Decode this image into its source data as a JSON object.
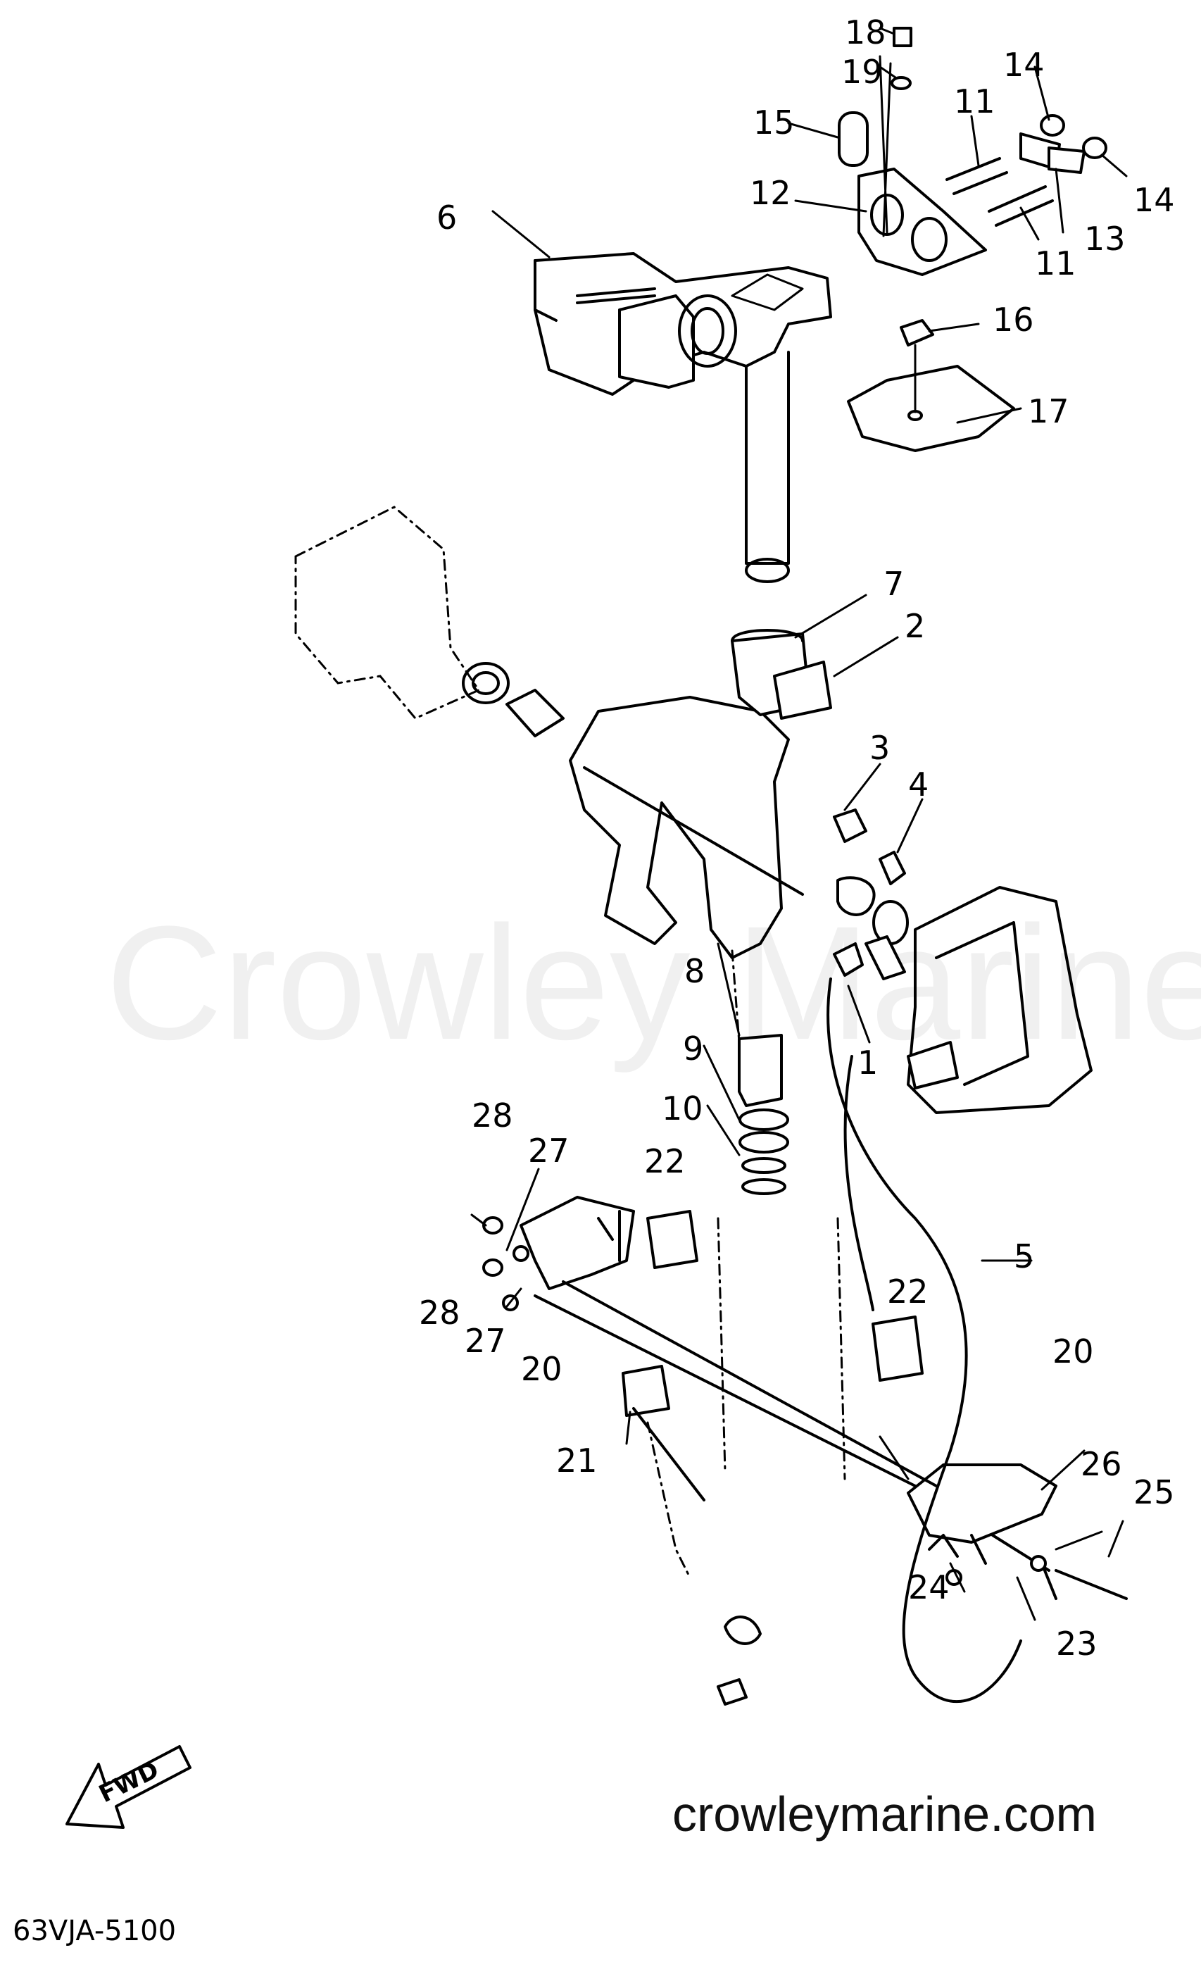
{
  "diagram": {
    "watermark": "Crowley Marine",
    "website": "crowleymarine.com",
    "part_code": "63VJA-5100",
    "fwd_label": "FWD",
    "callouts": [
      {
        "id": "18",
        "text": "18"
      },
      {
        "id": "19",
        "text": "19"
      },
      {
        "id": "15",
        "text": "15"
      },
      {
        "id": "14a",
        "text": "14"
      },
      {
        "id": "14b",
        "text": "14"
      },
      {
        "id": "11a",
        "text": "11"
      },
      {
        "id": "11b",
        "text": "11"
      },
      {
        "id": "12",
        "text": "12"
      },
      {
        "id": "13",
        "text": "13"
      },
      {
        "id": "6",
        "text": "6"
      },
      {
        "id": "16",
        "text": "16"
      },
      {
        "id": "17",
        "text": "17"
      },
      {
        "id": "7",
        "text": "7"
      },
      {
        "id": "2",
        "text": "2"
      },
      {
        "id": "3",
        "text": "3"
      },
      {
        "id": "4",
        "text": "4"
      },
      {
        "id": "8",
        "text": "8"
      },
      {
        "id": "1",
        "text": "1"
      },
      {
        "id": "9",
        "text": "9"
      },
      {
        "id": "10",
        "text": "10"
      },
      {
        "id": "28a",
        "text": "28"
      },
      {
        "id": "27a",
        "text": "27"
      },
      {
        "id": "22a",
        "text": "22"
      },
      {
        "id": "5",
        "text": "5"
      },
      {
        "id": "28b",
        "text": "28"
      },
      {
        "id": "27b",
        "text": "27"
      },
      {
        "id": "20a",
        "text": "20"
      },
      {
        "id": "22b",
        "text": "22"
      },
      {
        "id": "20b",
        "text": "20"
      },
      {
        "id": "21",
        "text": "21"
      },
      {
        "id": "26",
        "text": "26"
      },
      {
        "id": "25",
        "text": "25"
      },
      {
        "id": "24",
        "text": "24"
      },
      {
        "id": "23",
        "text": "23"
      }
    ]
  }
}
